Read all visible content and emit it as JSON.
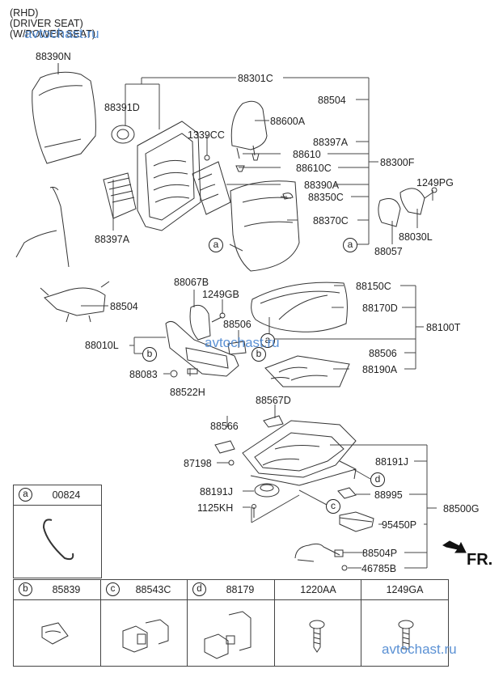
{
  "header": {
    "lines": [
      "(RHD)",
      "(DRIVER SEAT)",
      "(W/POWER SEAT)"
    ]
  },
  "watermark": "avtochast.ru",
  "direction": {
    "label": "FR.",
    "icon": "front-direction-arrow-icon"
  },
  "callouts": {
    "88390N": "88390N",
    "88301C": "88301C",
    "88391D": "88391D",
    "1339CC": "1339CC",
    "88600A": "88600A",
    "88504_top": "88504",
    "88397A_right": "88397A",
    "88610": "88610",
    "88610C": "88610C",
    "88300F": "88300F",
    "88390A": "88390A",
    "88350C": "88350C",
    "88370C": "88370C",
    "1249PG": "1249PG",
    "88397A_left": "88397A",
    "88030L": "88030L",
    "88057": "88057",
    "88504_left": "88504",
    "88067B": "88067B",
    "1249GB": "1249GB",
    "88506_mid": "88506",
    "88010L": "88010L",
    "88083": "88083",
    "88522H": "88522H",
    "88150C": "88150C",
    "88170D": "88170D",
    "88100T": "88100T",
    "88506_right": "88506",
    "88190A": "88190A",
    "88567D": "88567D",
    "88566": "88566",
    "87198": "87198",
    "88191J_right": "88191J",
    "88191J_left": "88191J",
    "1125KH": "1125KH",
    "88995": "88995",
    "88500G": "88500G",
    "95450P": "95450P",
    "88504P": "88504P",
    "46785B": "46785B"
  },
  "refs": {
    "a": "a",
    "b": "b",
    "c": "c",
    "d": "d"
  },
  "parts_table": [
    {
      "ref": "a",
      "part": "00824"
    },
    {
      "ref": "b",
      "part": "85839"
    },
    {
      "ref": "c",
      "part": "88543C"
    },
    {
      "ref": "d",
      "part": "88179"
    },
    {
      "ref": "",
      "part": "1220AA"
    },
    {
      "ref": "",
      "part": "1249GA"
    }
  ]
}
